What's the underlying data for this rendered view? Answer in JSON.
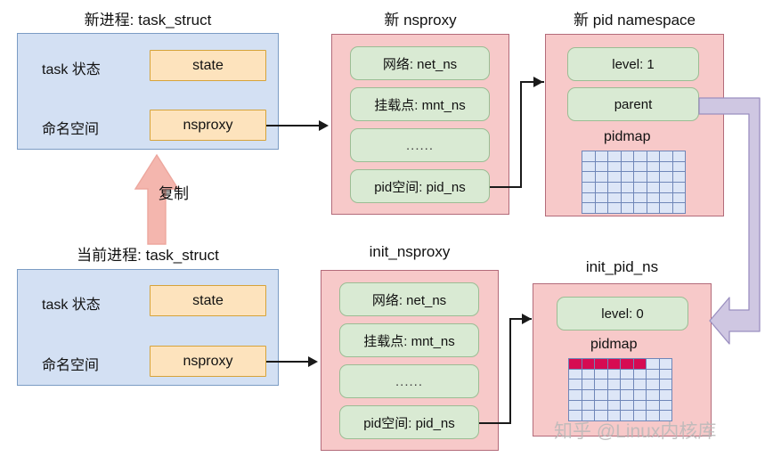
{
  "diagram": {
    "title_new_task": "新进程: task_struct",
    "title_cur_task": "当前进程: task_struct",
    "title_new_nsproxy": "新 nsproxy",
    "title_init_nsproxy": "init_nsproxy",
    "title_new_pidns": "新 pid namespace",
    "title_init_pidns": "init_pid_ns",
    "copy_label": "复制",
    "watermark": "知乎 @Linux内核库"
  },
  "new_task": {
    "rows": [
      {
        "label": "task 状态",
        "value": "state"
      },
      {
        "label": "命名空间",
        "value": "nsproxy"
      }
    ]
  },
  "current_task": {
    "rows": [
      {
        "label": "task 状态",
        "value": "state"
      },
      {
        "label": "命名空间",
        "value": "nsproxy"
      }
    ]
  },
  "new_nsproxy": {
    "items": [
      "网络: net_ns",
      "挂载点: mnt_ns",
      "......",
      "pid空间: pid_ns"
    ]
  },
  "init_nsproxy": {
    "items": [
      "网络: net_ns",
      "挂载点: mnt_ns",
      "......",
      "pid空间: pid_ns"
    ]
  },
  "new_pidns": {
    "fields": [
      "level: 1",
      "parent"
    ],
    "pidmap_label": "pidmap",
    "pidmap": {
      "cols": 8,
      "rows": 6,
      "used_cells": 0
    }
  },
  "init_pidns": {
    "fields": [
      "level: 0"
    ],
    "pidmap_label": "pidmap",
    "pidmap": {
      "cols": 8,
      "rows": 6,
      "used_cells": 6
    }
  },
  "colors": {
    "task_panel": "#d3e0f3",
    "task_panel_border": "#7b9cc4",
    "field_box": "#fde3bd",
    "field_box_border": "#d6a33a",
    "ns_panel": "#f7c9c9",
    "ns_panel_border": "#b36b7a",
    "ns_item": "#d9ead3",
    "ns_item_border": "#9bbd94",
    "pidmap_cell": "#dde6f7",
    "pidmap_used": "#d60b52",
    "copy_arrow": "#f4b6ae",
    "purple_link": "#cfc7e2"
  }
}
